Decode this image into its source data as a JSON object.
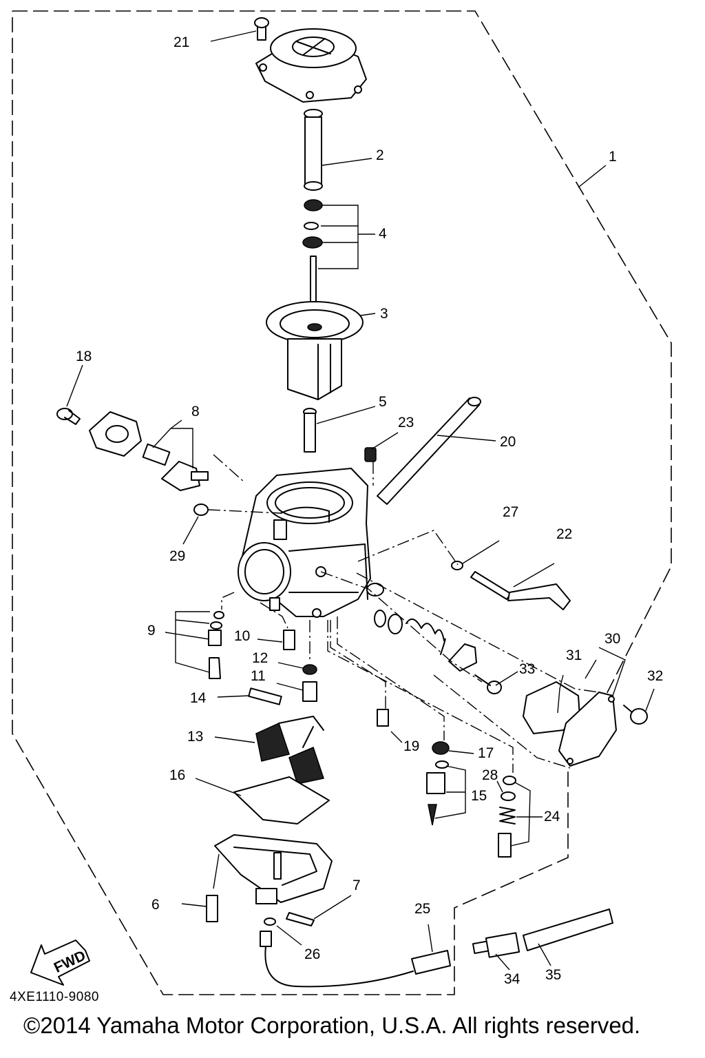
{
  "callouts": {
    "c1": "1",
    "c2": "2",
    "c3": "3",
    "c4": "4",
    "c5": "5",
    "c6": "6",
    "c7": "7",
    "c8": "8",
    "c9": "9",
    "c10": "10",
    "c11": "11",
    "c12": "12",
    "c13": "13",
    "c14": "14",
    "c15": "15",
    "c16": "16",
    "c17": "17",
    "c18": "18",
    "c19": "19",
    "c20": "20",
    "c21": "21",
    "c22": "22",
    "c23": "23",
    "c24": "24",
    "c25": "25",
    "c26": "26",
    "c27": "27",
    "c28": "28",
    "c29": "29",
    "c30": "30",
    "c31": "31",
    "c32": "32",
    "c33": "33",
    "c34": "34",
    "c35": "35"
  },
  "fwd_label": "FWD",
  "diagram_code": "4XE1110-9080",
  "copyright": "©2014 Yamaha Motor Corporation, U.S.A. All rights reserved.",
  "icons": {
    "direction": "fwd-arrow-icon"
  }
}
